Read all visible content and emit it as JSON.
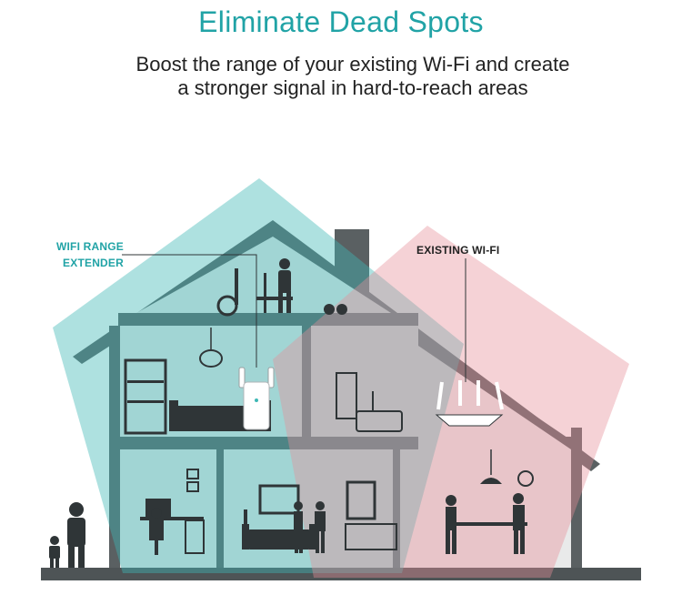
{
  "headline": "Eliminate Dead Spots",
  "subline_1": "Boost the range of your existing Wi-Fi and create",
  "subline_2": "a stronger signal in hard-to-reach areas",
  "callouts": {
    "extender_line1": "WIFI RANGE",
    "extender_line2": "EXTENDER",
    "router": "EXISTING WI-FI"
  },
  "colors": {
    "accent": "#21a3a6",
    "house": "#5a6062",
    "extender_coverage": "#3eb8b5",
    "router_coverage": "#e58e99"
  },
  "icons": [
    "range-extender-icon",
    "wifi-router-icon",
    "exercise-bike-icon",
    "armchair-icon",
    "sofa-icon",
    "lamp-icon",
    "person-silhouette-icon"
  ]
}
